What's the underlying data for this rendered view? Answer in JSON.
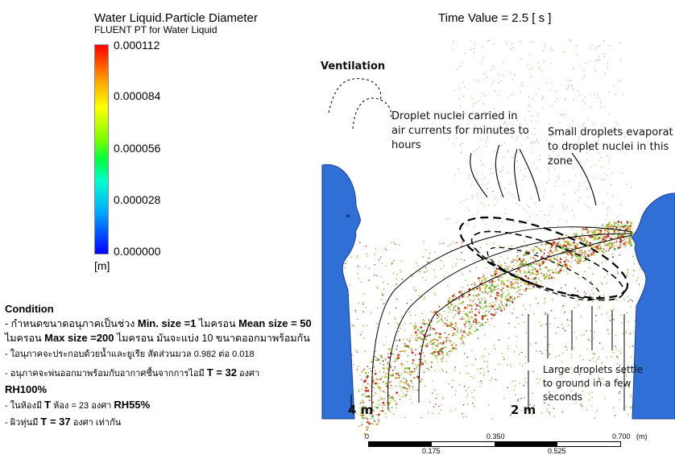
{
  "legend": {
    "title": "Water Liquid.Particle Diameter",
    "subtitle": "FLUENT PT for Water Liquid",
    "ticks": [
      "0.000112",
      "0.000084",
      "0.000056",
      "0.000028",
      "0.000000"
    ],
    "unit": "[m]"
  },
  "time_label": "Time Value = 2.5 [ s ]",
  "annotations": {
    "ventilation": "Ventilation",
    "nuclei": [
      "Droplet nuclei carried in",
      "air currents for minutes to",
      "hours"
    ],
    "evaporate": [
      "Small droplets evaporat",
      "to droplet nuclei in this",
      "zone"
    ],
    "large": [
      "Large droplets settle",
      "to ground in a few",
      "seconds"
    ],
    "dist_4m": "4 m",
    "dist_2m": "2 m"
  },
  "condition": {
    "heading": "Condition",
    "line1_a": "- กำหนดขนาดอนุภาคเป็นช่วง ",
    "line1_b": "Min. size =1",
    "line1_c": " ไมครอน ",
    "line1_d": "Mean size = 50",
    "line2_a": "ไมครอน ",
    "line2_b": "Max size =200",
    "line2_c": " ไมครอน มันจะแบ่ง 10 ขนาดออกมาพร้อมกัน",
    "line3": "- ใอนุภาคจะประกอบด้วยน้ำและยูเรีย สัดส่วนมวล 0.982 ต่อ 0.018",
    "line4_a": "- อนุภาคจะพ่นออกมาพร้อมกับอากาศชื้นจากการไอมี ",
    "line4_b": "T = 32",
    "line4_c": " องศา",
    "line5": "RH100%",
    "line6_a": "- ในห้องมี ",
    "line6_b": "T",
    "line6_c": " ห้อง = 23 องศา ",
    "line6_d": "RH55%",
    "line7_a": "- ผิวหุ่นมี ",
    "line7_b": "T = 37",
    "line7_c": " องศา เท่ากัน"
  },
  "scale_bar": {
    "top_labels": [
      "0",
      "0.350",
      "0.700"
    ],
    "unit": "(m)",
    "bottom_labels": [
      "0.175",
      "0.525"
    ]
  },
  "colors": {
    "head": "#2f6fd6",
    "head_dark": "#1a3f9a"
  }
}
